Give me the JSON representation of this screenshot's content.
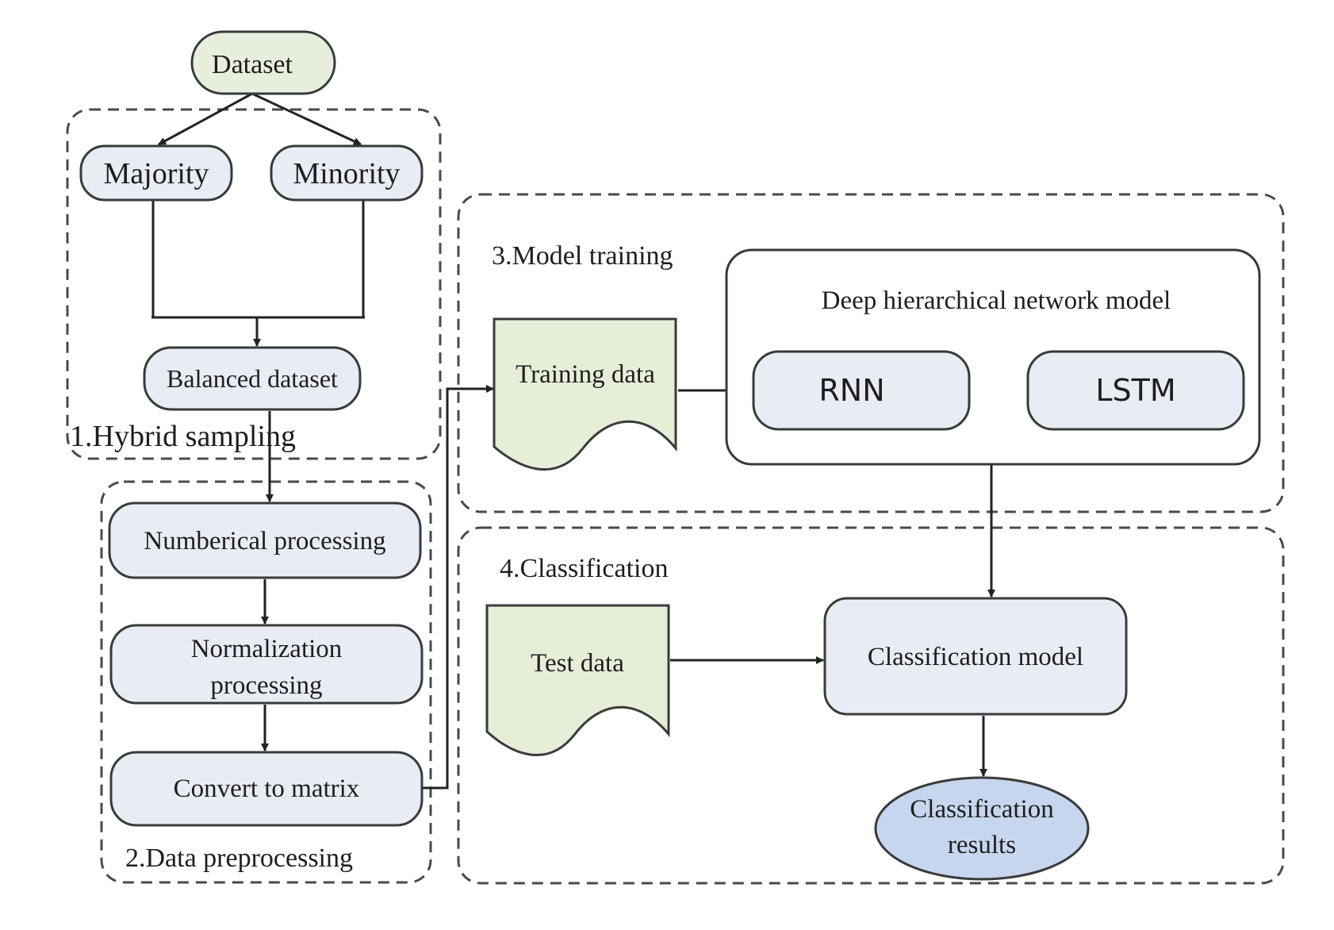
{
  "colors": {
    "terminal_fill": "#e8eedc",
    "process_fill": "#e8ecf4",
    "document_fill": "#e6eed8",
    "result_fill": "#c6d6ee",
    "outer_box_fill": "#ffffff",
    "stroke": "#3a3a3a"
  },
  "groups": {
    "hybrid_sampling": "1.Hybrid sampling",
    "data_preprocessing": "2.Data preprocessing",
    "model_training": "3.Model training",
    "classification": "4.Classification"
  },
  "nodes": {
    "dataset": "Dataset",
    "majority": "Majority",
    "minority": "Minority",
    "balanced_dataset": "Balanced dataset",
    "numerical_processing": "Numberical processing",
    "normalization_line1": "Normalization",
    "normalization_line2": "processing",
    "convert_to_matrix": "Convert to matrix",
    "training_data": "Training data",
    "deep_model_title": "Deep hierarchical network  model",
    "rnn": "RNN",
    "lstm": "LSTM",
    "test_data": "Test data",
    "classification_model": "Classification model",
    "results_line1": "Classification",
    "results_line2": "results"
  }
}
